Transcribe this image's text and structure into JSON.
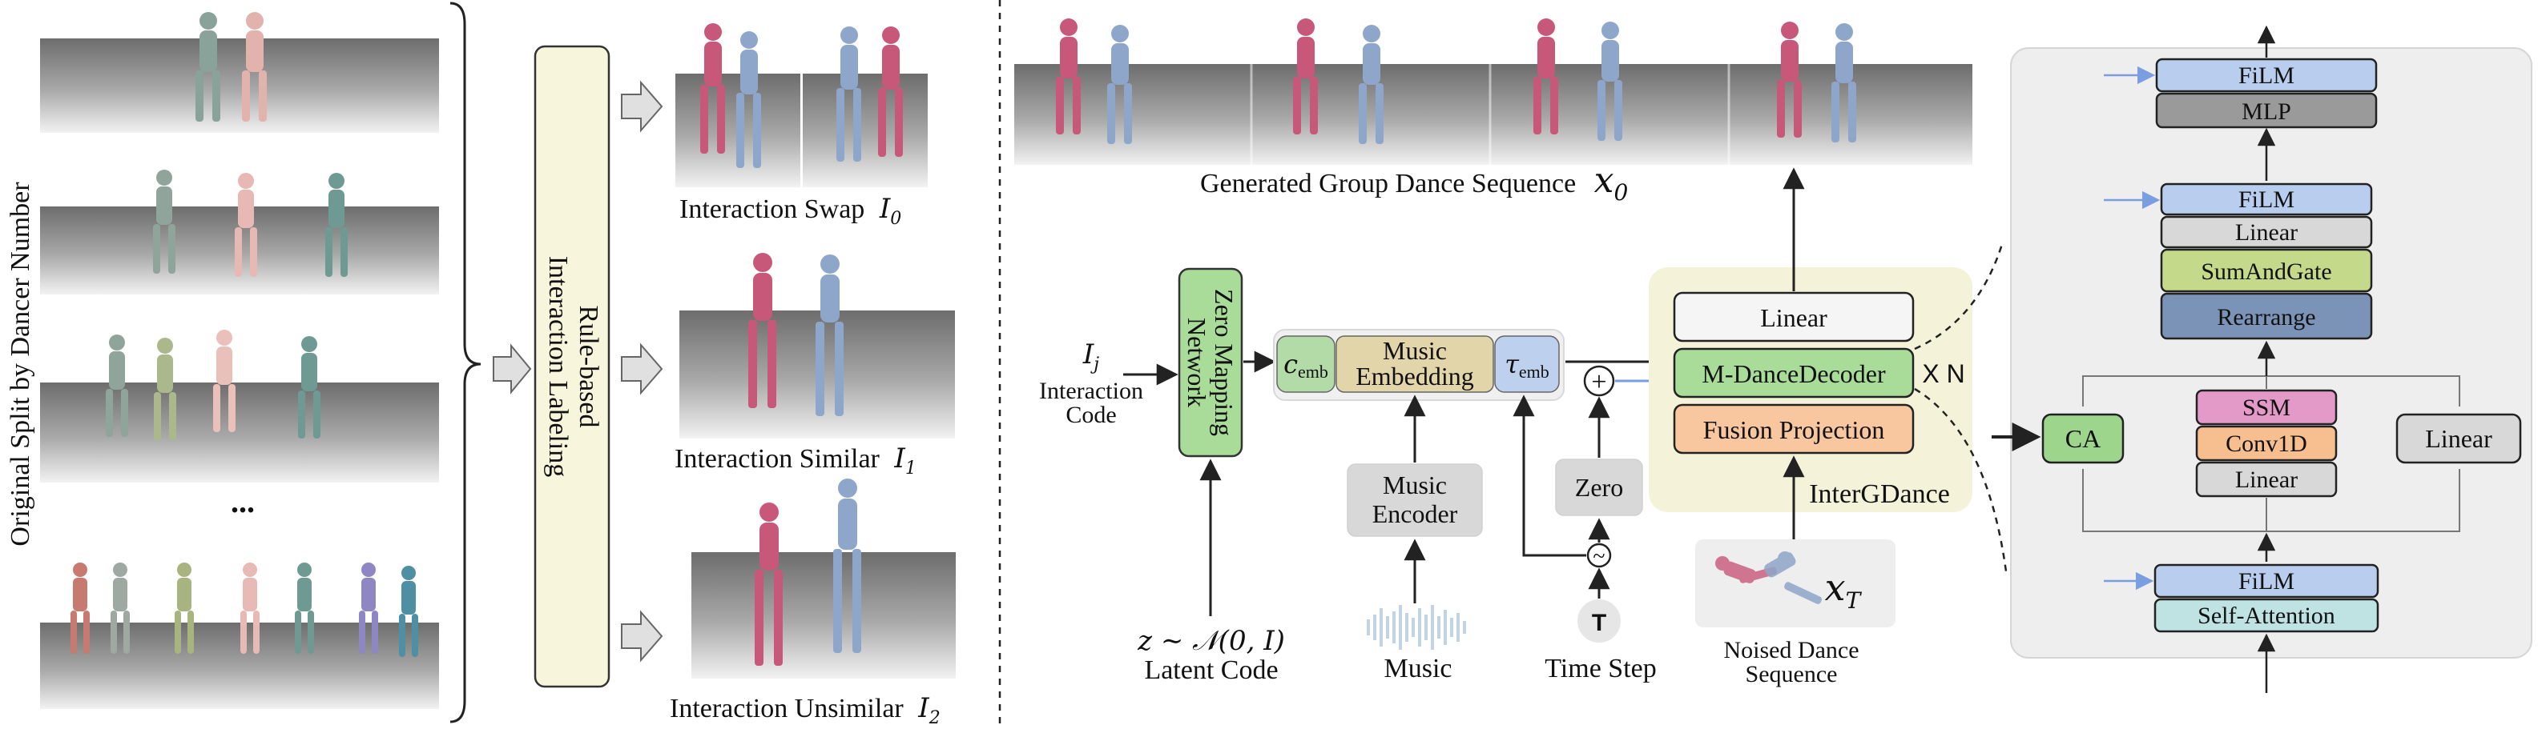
{
  "left_panel": {
    "vertical_label": "Original Split by Dancer Number",
    "ellipsis": "...",
    "rule_box_line1": "Rule-based",
    "rule_box_line2": "Interaction Labeling",
    "outputs": [
      {
        "label": "Interaction Swap",
        "symbol": "I",
        "sub": "0"
      },
      {
        "label": "Interaction Similar",
        "symbol": "I",
        "sub": "1"
      },
      {
        "label": "Interaction Unsimilar",
        "symbol": "I",
        "sub": "2"
      }
    ]
  },
  "middle_panel": {
    "generated_label": "Generated Group Dance Sequence",
    "generated_symbol": "x",
    "generated_sub": "0",
    "interaction_code": {
      "symbol": "I",
      "sub": "j",
      "line1": "Interaction",
      "line2": "Code"
    },
    "zero_mapping": {
      "line1": "Zero Mapping",
      "line2": "Network"
    },
    "c_emb": {
      "symbol": "c",
      "sub": "emb"
    },
    "music_embedding": {
      "line1": "Music",
      "line2": "Embedding"
    },
    "tau_emb": {
      "symbol": "τ",
      "sub": "emb"
    },
    "music_encoder": {
      "line1": "Music",
      "line2": "Encoder"
    },
    "zero": "Zero",
    "plus": "+",
    "tilde": "~",
    "t_node": "T",
    "latent": {
      "formula": "z ∼ 𝒩(0, I)",
      "label": "Latent Code"
    },
    "music_label": "Music",
    "time_step_label": "Time Step",
    "noised": {
      "symbol": "x",
      "sub": "T",
      "line1": "Noised Dance",
      "line2": "Sequence"
    },
    "intergdance": {
      "title": "InterGDance",
      "linear": "Linear",
      "decoder": "M-DanceDecoder",
      "times_n": "X N",
      "fusion": "Fusion Projection"
    }
  },
  "right_panel": {
    "top_film": "FiLM",
    "mlp": "MLP",
    "mid_film": "FiLM",
    "mid_linear": "Linear",
    "sum_and_gate": "SumAndGate",
    "rearrange": "Rearrange",
    "ca": "CA",
    "ssm": "SSM",
    "conv1d": "Conv1D",
    "inner_linear": "Linear",
    "side_linear": "Linear",
    "bottom_film": "FiLM",
    "self_attention": "Self-Attention"
  },
  "colors": {
    "film": "#b9cdee",
    "mlp": "#9a9a9a",
    "linear_gray": "#d8d8d8",
    "sum_gate": "#c4d98a",
    "rearrange": "#7b93b6",
    "ca_green": "#9dd58d",
    "ssm_pink": "#e39ac8",
    "conv_orange": "#f7bf8f",
    "self_attn": "#bfe3e3",
    "rule_box": "#f7f5dc",
    "intergdance_bg": "#f4f2d9",
    "decoder_green": "#a8dc98",
    "fusion_orange": "#f9c79f",
    "c_emb_green": "#b2dba7",
    "music_emb": "#e3d5aa",
    "tau_blue": "#bdd0ee",
    "gray_box": "#d8d8d8",
    "right_panel_bg": "#eeeeee",
    "arrow_blue": "#7a9ee0"
  }
}
